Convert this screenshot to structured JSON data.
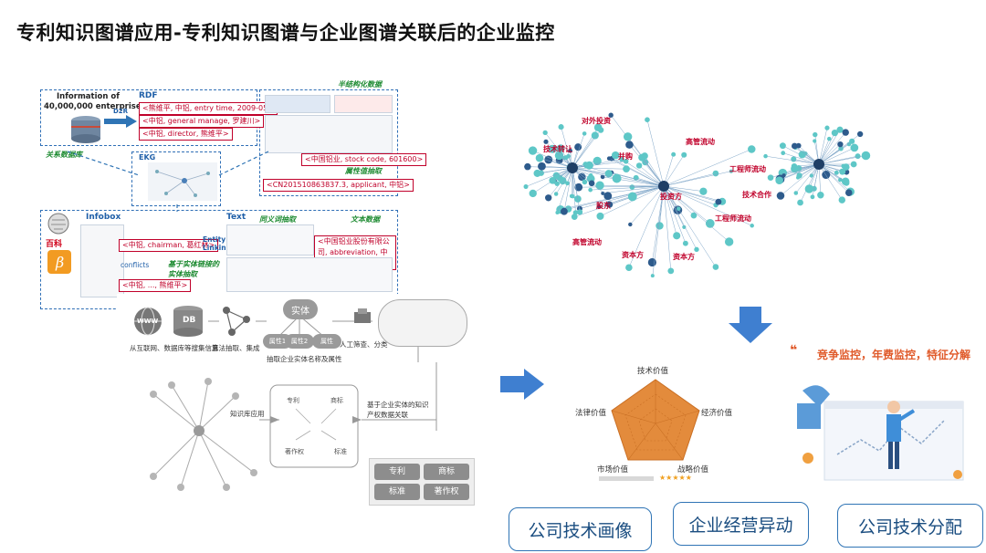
{
  "title": "专利知识图谱应用-专利知识图谱与企业图谱关联后的企业监控",
  "kg_panel": {
    "info_line1": "Information of",
    "info_line2": "40,000,000 enterprises",
    "rel_db": "关系数据库",
    "d2r": "D2R",
    "rdf": "RDF",
    "rdf_tags": [
      "<熊维平, 中铝, entry time, 2009-05>",
      "<中铝, general manage, 罗建川>",
      "<中铝, director, 熊维平>"
    ],
    "semi": "半结构化数据",
    "attr_extract": "属性值抽取",
    "semi_tags": [
      "<中国铝业, stock code, 601600>",
      "<CN201510863837.3, applicant, 中铝>"
    ],
    "ekg": "EKG",
    "infobox": "Infobox",
    "text": "Text",
    "text_data": "文本数据",
    "synonym": "同义词抽取",
    "entity_linking": "Entity Linking",
    "conflicts": "conflicts",
    "entity_extract": "基于实体链接的实体抽取",
    "text_tags": [
      "<中铝, chairman, 葛红林>",
      "<中国铝业股份有限公司, abbreviation, 中铝>",
      "<中铝, ..., 熊维平>"
    ],
    "logo_text": "百科"
  },
  "app_panel": {
    "www": "WWW",
    "db": "DB",
    "source": "从互联网、数据库等搜集信息",
    "algo": "算法抽取、集成",
    "entity": "实体",
    "attrs": [
      "属性1",
      "属性2",
      "属性"
    ],
    "extract_attr": "抽取企业实体名称及属性",
    "manual": "人工筛查、分类",
    "kb_app": "知识库应用",
    "patent_rel": "基于企业实体的知识产权数据关联",
    "ip_nodes": [
      "专利",
      "商标",
      "著作权",
      "标准"
    ],
    "boxes": [
      "专利",
      "商标",
      "标准",
      "著作权"
    ]
  },
  "graph": {
    "labels": [
      "对外投资",
      "技术转让",
      "并购",
      "高管流动",
      "工程师流动",
      "技术合作",
      "投资方",
      "股东",
      "高管流动",
      "资本方",
      "资本方",
      "工程师流动"
    ]
  },
  "radar": {
    "labels": [
      "技术价值",
      "经济价值",
      "战略价值",
      "市场价值",
      "法律价值"
    ],
    "stars": "★★★★★"
  },
  "monitor": {
    "headline": "竞争监控，年费监控，特征分解",
    "quote": "❝"
  },
  "buttons": [
    "公司技术画像",
    "企业经营异动",
    "公司技术分配"
  ],
  "colors": {
    "accent_blue": "#2f74b5",
    "arrow_blue": "#3f7fd0",
    "red": "#c0002a",
    "radar_orange": "#e38b3c"
  }
}
